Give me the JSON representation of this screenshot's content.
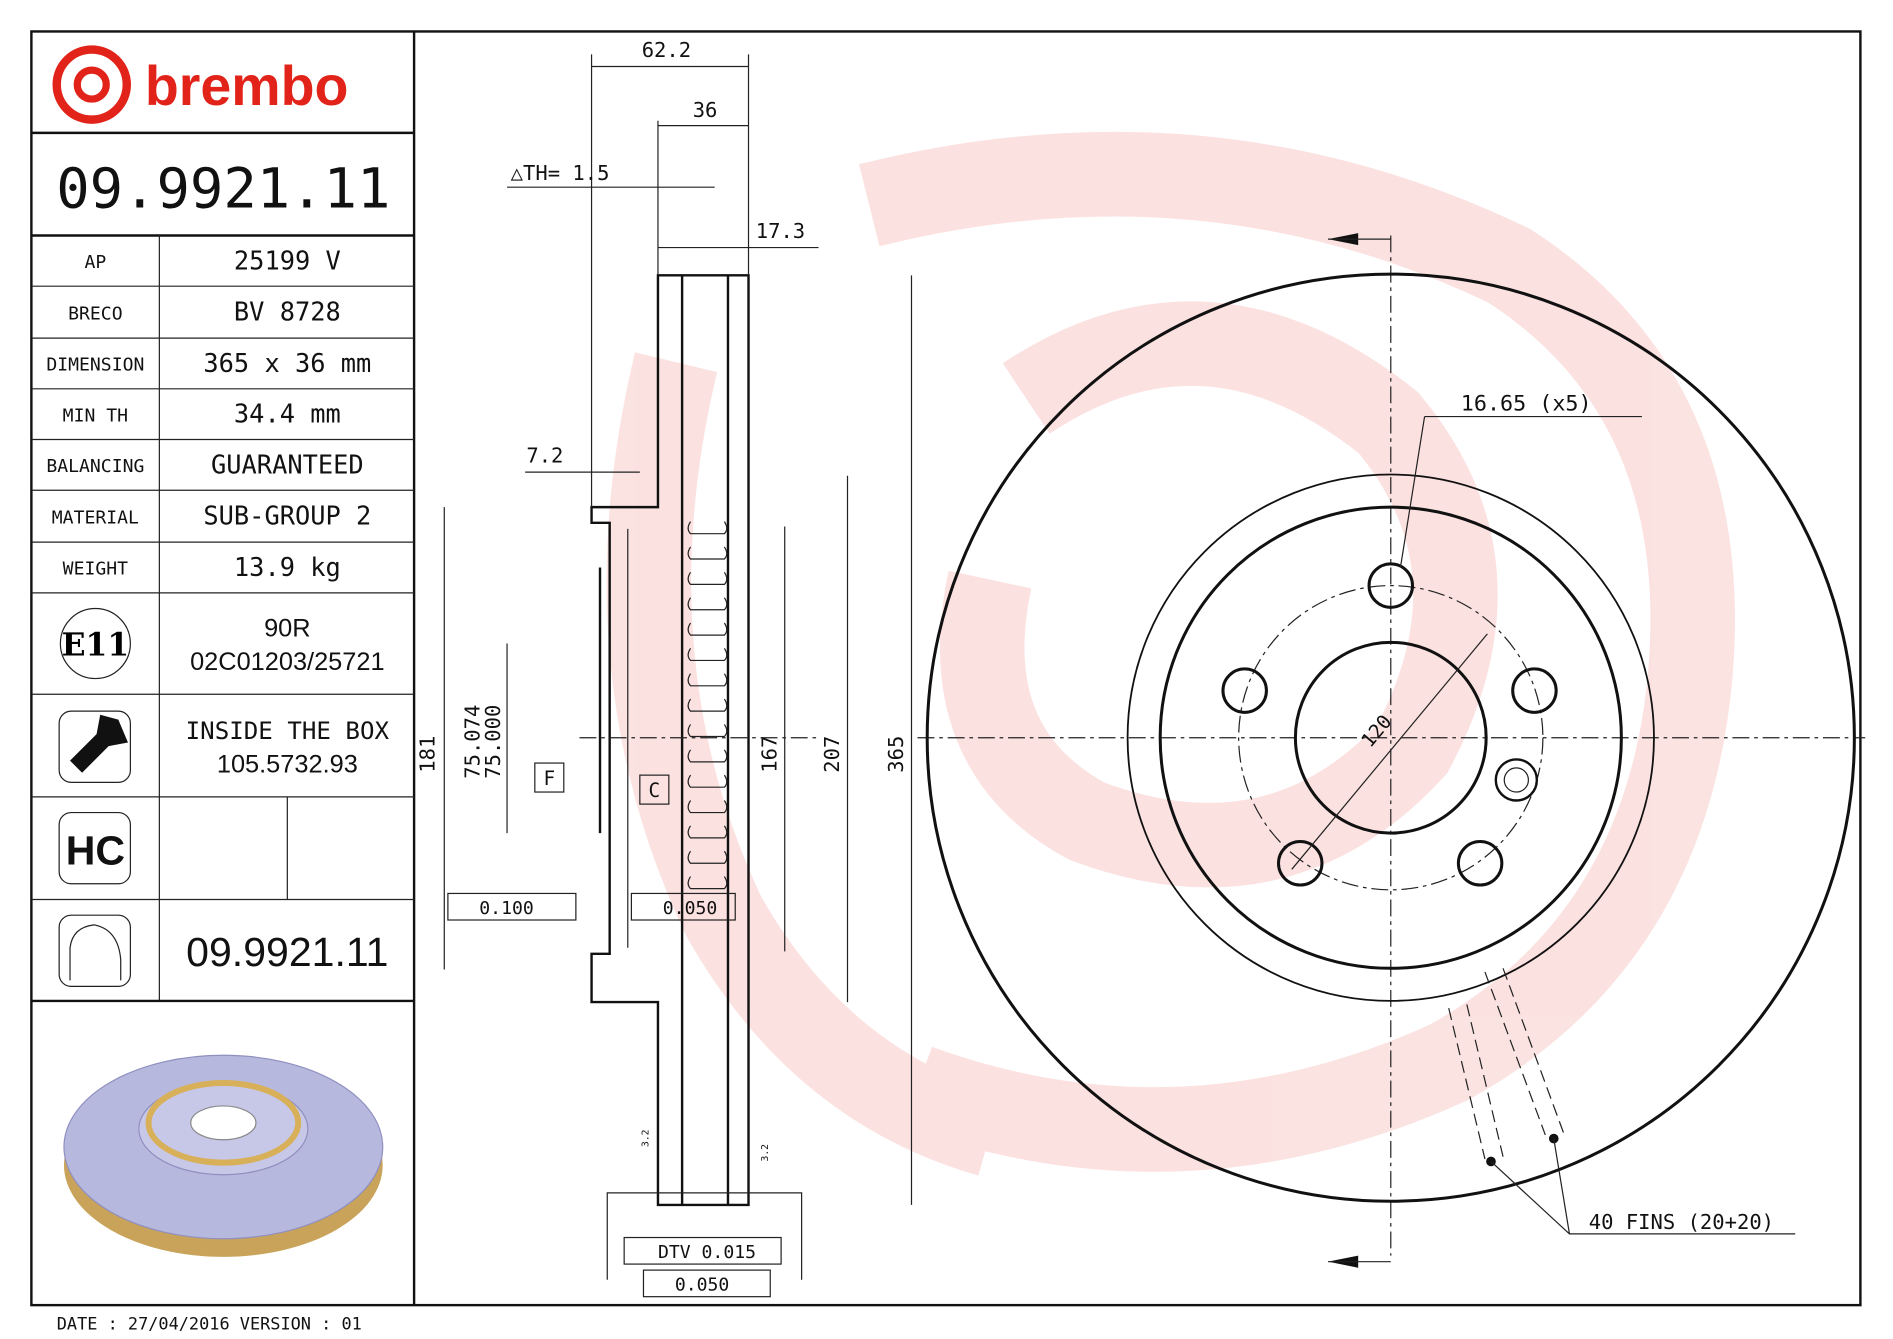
{
  "brand": {
    "name": "brembo",
    "color": "#e2231a"
  },
  "part_number": "09.9921.11",
  "specs": [
    {
      "label": "AP",
      "value": "25199 V"
    },
    {
      "label": "BRECO",
      "value": "BV 8728"
    },
    {
      "label": "DIMENSION",
      "value": "365 x 36 mm"
    },
    {
      "label": "MIN TH",
      "value": "34.4 mm"
    },
    {
      "label": "BALANCING",
      "value": "GUARANTEED"
    },
    {
      "label": "MATERIAL",
      "value": "SUB-GROUP 2"
    },
    {
      "label": "WEIGHT",
      "value": "13.9 kg"
    }
  ],
  "approval": {
    "icon_text": "E11",
    "line1": "90R",
    "line2": "02C01203/25721"
  },
  "inside_box": {
    "line1": "INSIDE THE BOX",
    "line2": "105.5732.93"
  },
  "hc": {
    "icon_text": "HC"
  },
  "disc_ref": "09.9921.11",
  "footer": {
    "date_version": "DATE : 27/04/2016 VERSION : 01"
  },
  "dimensions": {
    "overall_width": "62.2",
    "thickness": "36",
    "delta_th": "△TH= 1.5",
    "offset": "17.3",
    "flange": "7.2",
    "d181": "181",
    "d75": [
      "75.074",
      "75.000"
    ],
    "d167": "167",
    "d207": "207",
    "d365": "365",
    "datum_f": "F",
    "datum_c": "C",
    "parallel_tol": "0.100",
    "flat_tol": "0.050",
    "dtv": "DTV 0.015",
    "runout": "0.050",
    "roughness": "3.2",
    "bolt_hole": "16.65 (x5)",
    "pcd": "120",
    "fins": "40 FINS (20+20)"
  }
}
